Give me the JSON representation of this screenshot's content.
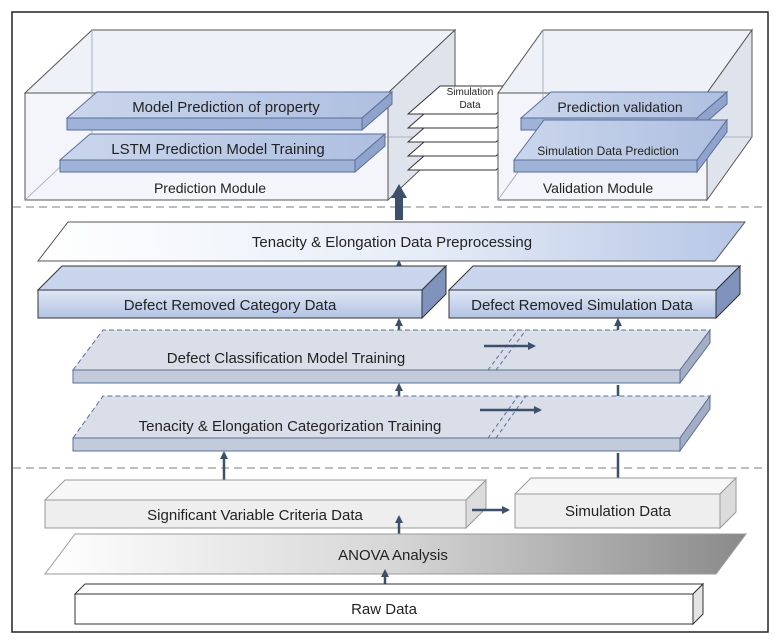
{
  "prediction_module": {
    "title": "Prediction Module",
    "layer_top": "Model Prediction of property",
    "layer_bottom": "LSTM Prediction Model Training"
  },
  "simulation_stack": {
    "line1": "Simulation",
    "line2": "Data"
  },
  "validation_module": {
    "title": "Validation  Module",
    "layer_top": "Prediction validation",
    "layer_bottom": "Simulation Data Prediction"
  },
  "layers": {
    "preprocessing": "Tenacity & Elongation Data Preprocessing",
    "defect_category": "Defect Removed Category Data",
    "defect_simulation": "Defect Removed Simulation Data",
    "defect_classification": "Defect Classification Model Training",
    "categorization": "Tenacity & Elongation Categorization Training",
    "significant": "Significant Variable Criteria Data",
    "simulation_data": "Simulation Data",
    "anova": "ANOVA Analysis",
    "raw": "Raw Data"
  },
  "colors": {
    "blue_face": "#b8c8e6",
    "blue_side": "#8fa3cc",
    "blue_edge": "#5a6f99",
    "gray_face": "#f0f0f0",
    "slate_face": "#d9dee8",
    "arrow": "#3d4f6b",
    "dash": "#a8a8a8"
  }
}
